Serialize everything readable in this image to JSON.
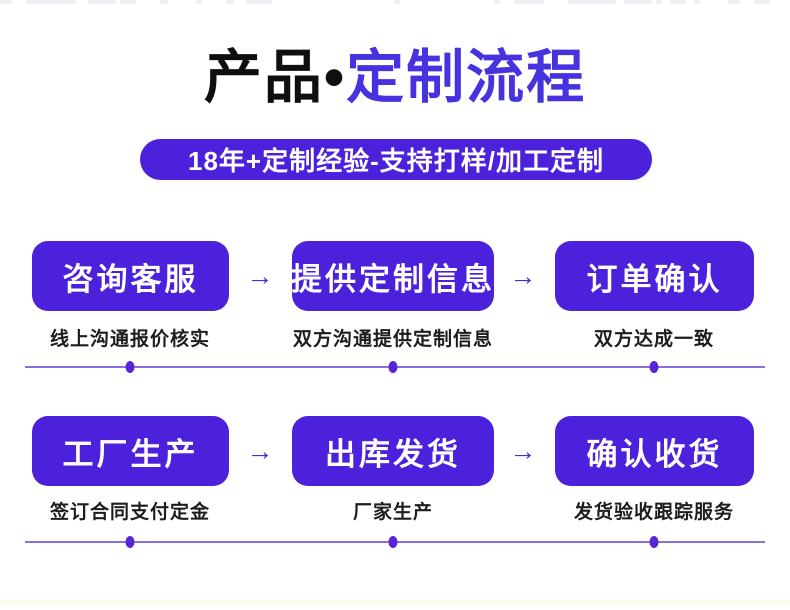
{
  "page": {
    "title": {
      "black": "产品",
      "dot": "•",
      "accent": "定制流程"
    },
    "banner": "18年+定制经验-支持打样/加工定制"
  },
  "colors": {
    "primary_purple": "#4B21DB",
    "title_accent": "#4732DF",
    "arrow_purple": "#4E27D8",
    "timeline_line": "#6B4BD6",
    "timeline_dot": "#5724D8",
    "body_text": "#1D1D1F",
    "title_black": "#0F0F10",
    "background": "#FFFFFF"
  },
  "flow": {
    "arrow": "→",
    "rows": [
      {
        "steps": [
          {
            "label": "咨询客服",
            "note": "线上沟通报价核实"
          },
          {
            "label": "提供定制信息",
            "note": "双方沟通提供定制信息"
          },
          {
            "label": "订单确认",
            "note": "双方达成一致"
          }
        ]
      },
      {
        "steps": [
          {
            "label": "工厂生产",
            "note": "签订合同支付定金"
          },
          {
            "label": "出库发货",
            "note": "厂家生产"
          },
          {
            "label": "确认收货",
            "note": "发货验收跟踪服务"
          }
        ]
      }
    ]
  }
}
